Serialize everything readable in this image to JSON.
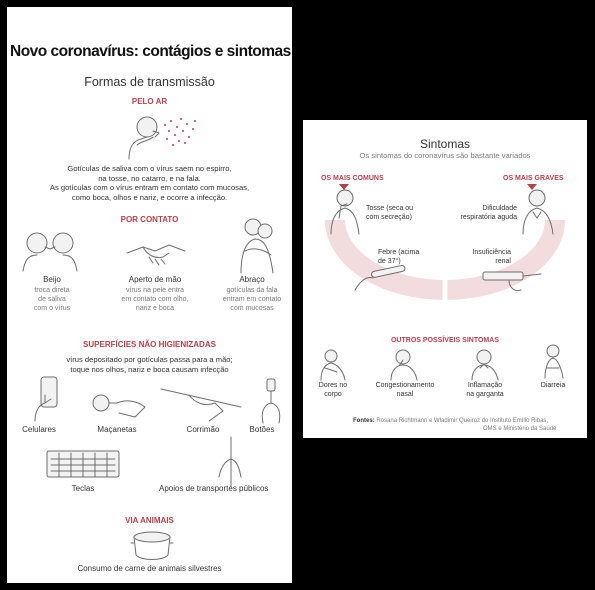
{
  "left": {
    "title": "Novo coronavírus: contágios e sintomas",
    "subtitle": "Formas de transmissão",
    "air": {
      "heading": "PELO AR",
      "text_lines": [
        "Gotículas de saliva com o vírus saem no espirro,",
        "na tosse, no catarro, e na fala.",
        "As gotículas com o vírus entram em contato com mucosas,",
        "como boca, olhos e nariz, e ocorre a infecção."
      ]
    },
    "contact": {
      "heading": "POR CONTATO",
      "items": [
        {
          "label": "Beijo",
          "desc": [
            "troca direta",
            "de saliva",
            "com o vírus"
          ]
        },
        {
          "label": "Aperto de mão",
          "desc": [
            "vírus na pele entra",
            "em contato com olho,",
            "nariz e boca"
          ]
        },
        {
          "label": "Abraço",
          "desc": [
            "gotículas da fala",
            "entram em contato",
            "com mucosas"
          ]
        }
      ]
    },
    "surfaces": {
      "heading": "SUPERFÍCIES NÃO HIGIENIZADAS",
      "text_lines": [
        "vírus depositado por gotículas passa para a mão;",
        "toque nos olhos, nariz e boca causam infecção"
      ],
      "items": [
        "Celulares",
        "Maçanetas",
        "Corrimão",
        "Botões",
        "Teclas",
        "Apoios de transportes públicos"
      ]
    },
    "animals": {
      "heading": "VIA ANIMAIS",
      "text": "Consumo de carne de animais silvestres"
    }
  },
  "right": {
    "title": "Sintomas",
    "subtitle": "Os sintomas do coronavírus são bastante variados",
    "common_label": "OS MAIS COMUNS",
    "severe_label": "OS MAIS GRAVES",
    "common": [
      {
        "lines": [
          "Tosse (seca ou",
          "com secreção)"
        ]
      },
      {
        "lines": [
          "Febre (acima",
          "de 37°)"
        ]
      }
    ],
    "severe": [
      {
        "lines": [
          "Dificuldade",
          "respiratória aguda"
        ]
      },
      {
        "lines": [
          "Insuficiência",
          "renal"
        ]
      }
    ],
    "others_heading": "OUTROS POSSÍVEIS SINTOMAS",
    "others": [
      {
        "lines": [
          "Dores no",
          "corpo"
        ]
      },
      {
        "lines": [
          "Congestionamento",
          "nasal"
        ]
      },
      {
        "lines": [
          "Inflamação",
          "na garganta"
        ]
      },
      {
        "lines": [
          "Diarreia"
        ]
      }
    ],
    "sources_label": "Fontes:",
    "sources_lines": [
      "Rosana Richtmann e Wladimir Queiroz do Instituto Emílio Ribas,",
      "OMS e Ministério da Saúde"
    ]
  },
  "colors": {
    "accent": "#b5414a",
    "arc": "#f3dcde",
    "background": "#000000"
  }
}
